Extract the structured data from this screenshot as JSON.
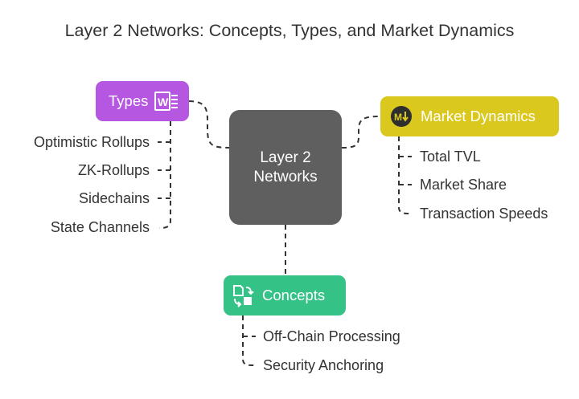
{
  "title": "Layer 2 Networks: Concepts, Types, and Market Dynamics",
  "center": {
    "line1": "Layer 2",
    "line2": "Networks"
  },
  "types": {
    "label": "Types",
    "icon": "word-document-icon",
    "color": "#b557e0",
    "items": [
      "Optimistic Rollups",
      "ZK-Rollups",
      "Sidechains",
      "State Channels"
    ]
  },
  "market": {
    "label": "Market Dynamics",
    "icon": "markdown-icon",
    "color": "#dac81f",
    "items": [
      "Total TVL",
      "Market Share",
      "Transaction Speeds"
    ]
  },
  "concepts": {
    "label": "Concepts",
    "icon": "file-sync-icon",
    "color": "#35c287",
    "items": [
      "Off-Chain Processing",
      "Security Anchoring"
    ]
  }
}
